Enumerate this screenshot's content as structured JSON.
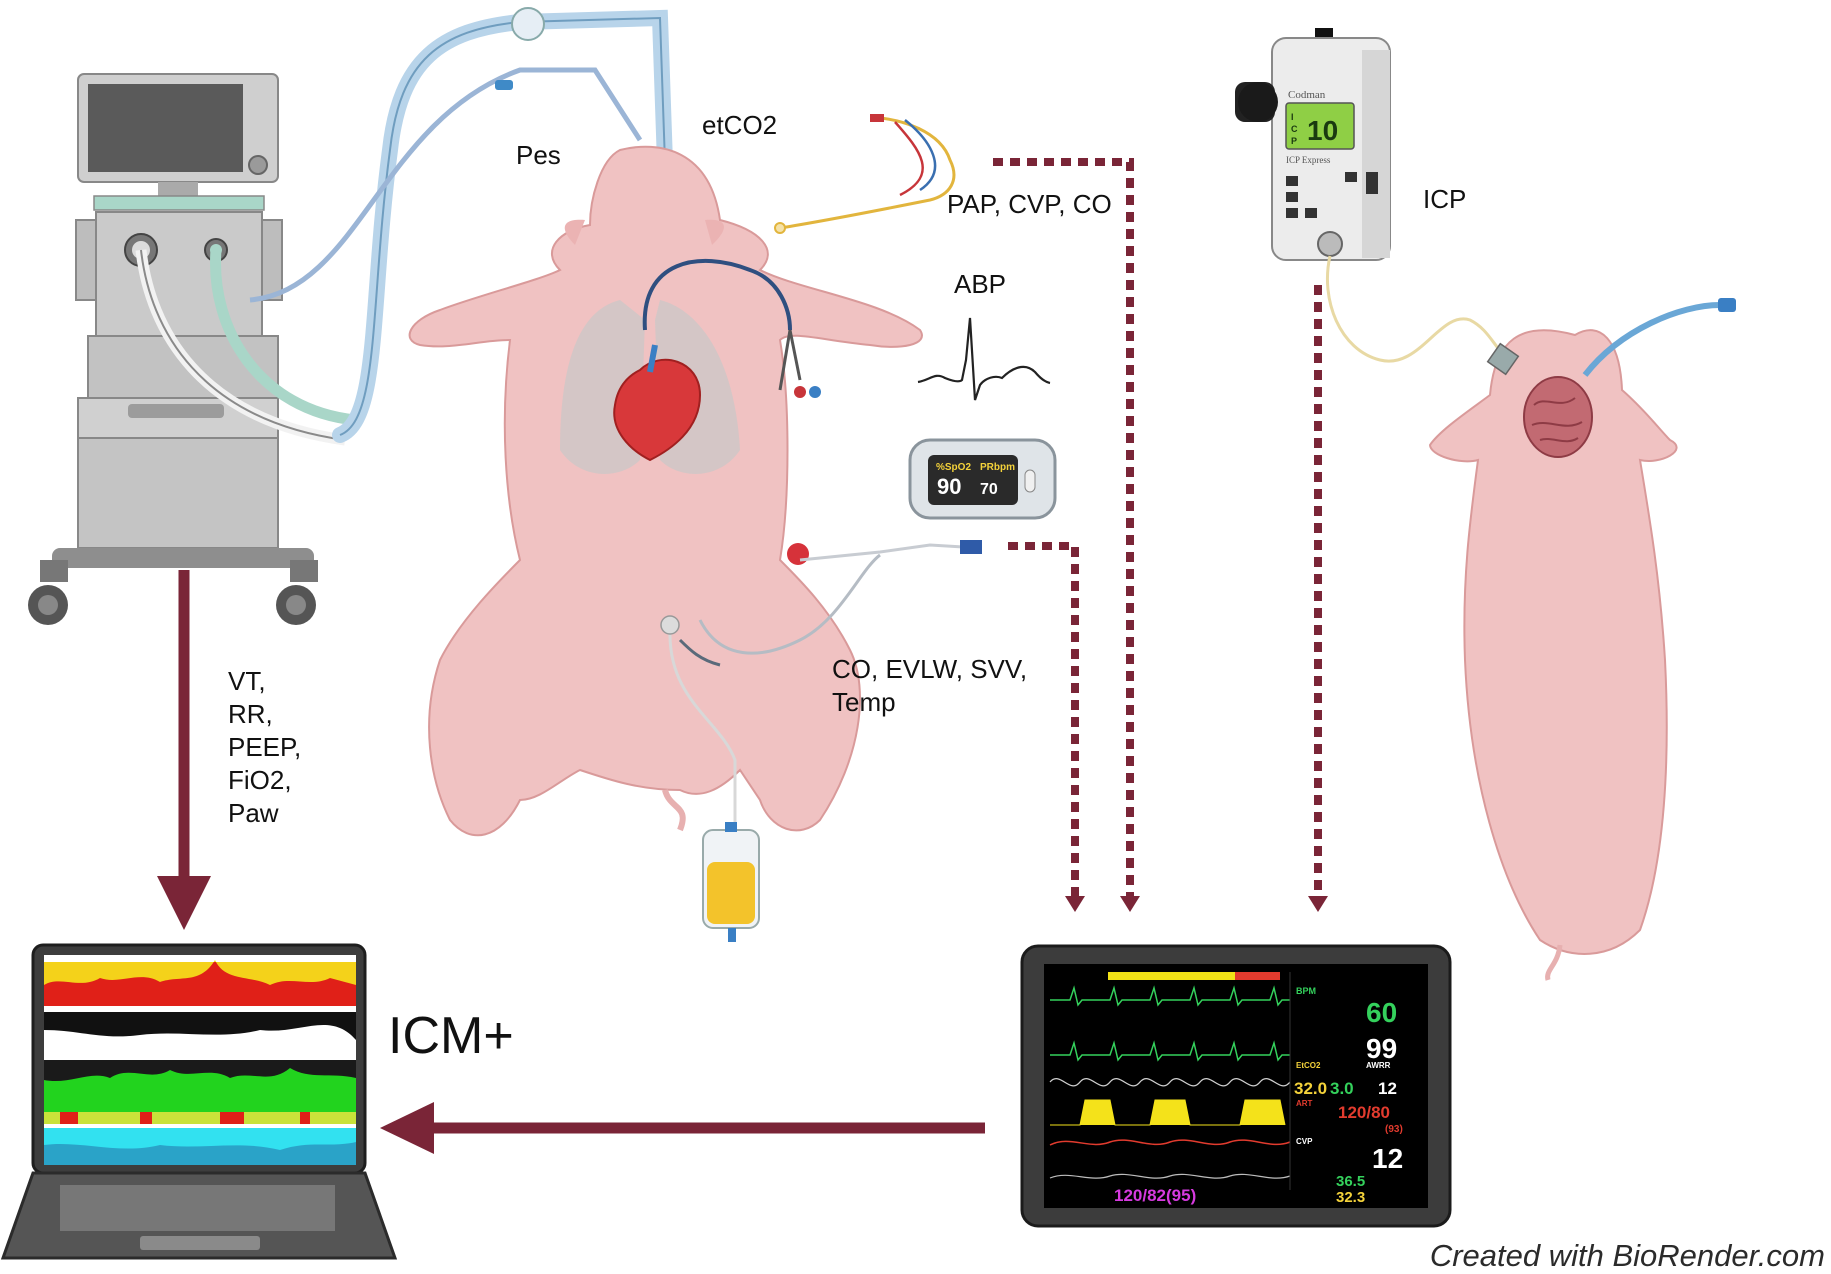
{
  "labels": {
    "pes": "Pes",
    "etco2": "etCO2",
    "pap_cvp_co": "PAP, CVP, CO",
    "abp": "ABP",
    "icp": "ICP",
    "co_evlw_svv": "CO, EVLW, SVV,",
    "temp": "Temp",
    "vent_params": [
      "VT,",
      "RR,",
      "PEEP,",
      "FiO2,",
      "Paw"
    ],
    "icm": "ICM+"
  },
  "oximeter": {
    "spo2_label": "%SpO2",
    "pr_label": "PRbpm",
    "spo2_value": "90",
    "pr_value": "70"
  },
  "icp_monitor": {
    "brand": "Codman",
    "reading": "10",
    "side_letters": [
      "I",
      "C",
      "P"
    ],
    "model": "ICP Express"
  },
  "patient_monitor": {
    "hr": "60",
    "spo2": "99",
    "etco2": "32.0",
    "fico2": "3.0",
    "awrr": "12",
    "art": "120/80",
    "art_mean": "(93)",
    "cvp": "12",
    "nibp": "120/82(95)",
    "t1": "36.5",
    "t2": "32.3",
    "bpm_label": "BPM",
    "art_label": "ART",
    "cvp_label": "CVP",
    "etco2_label": "EtCO2",
    "awrr_label": "AWRR"
  },
  "colors": {
    "arrow": "#7a2537",
    "pig_skin": "#f0c2c2",
    "pig_outline": "#d99a9a",
    "ventilator": "#c8c8c8",
    "tube_blue": "#b8d4ea",
    "urine": "#f3c32b"
  },
  "credit": "Created with BioRender.com"
}
